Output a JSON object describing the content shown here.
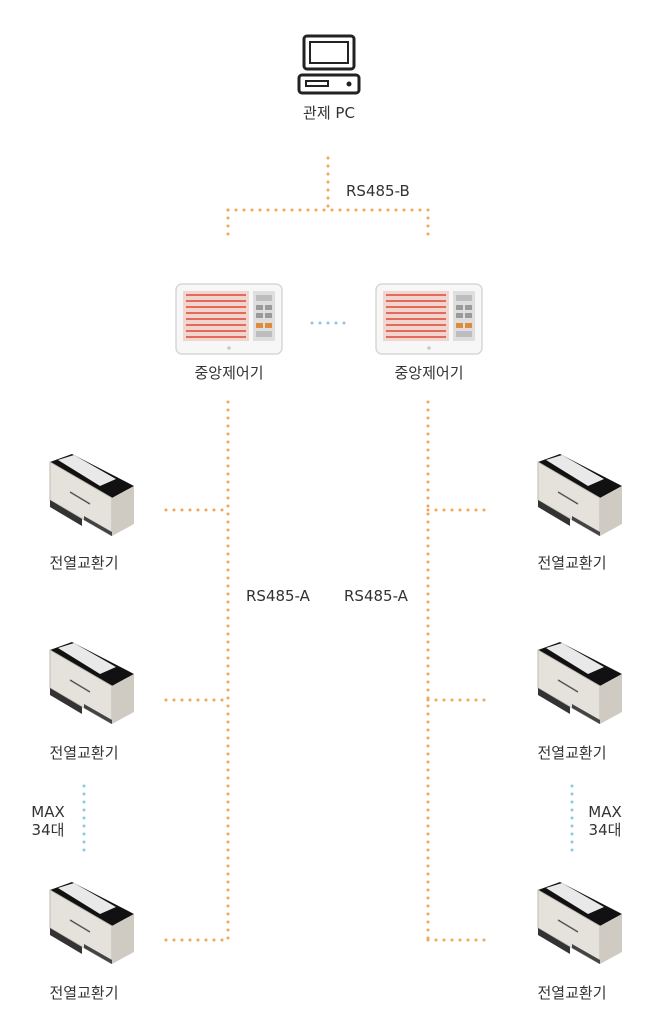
{
  "pc": {
    "label": "관제 PC"
  },
  "bus_top": {
    "label": "RS485-B"
  },
  "controllers": [
    {
      "label": "중앙제어기"
    },
    {
      "label": "중앙제어기"
    }
  ],
  "bus_left": {
    "label": "RS485-A"
  },
  "bus_right": {
    "label": "RS485-A"
  },
  "units_left": [
    {
      "label": "전열교환기"
    },
    {
      "label": "전열교환기"
    },
    {
      "label": "전열교환기"
    }
  ],
  "units_right": [
    {
      "label": "전열교환기"
    },
    {
      "label": "전열교환기"
    },
    {
      "label": "전열교환기"
    }
  ],
  "max_left": {
    "line1": "MAX",
    "line2": "34대"
  },
  "max_right": {
    "line1": "MAX",
    "line2": "34대"
  },
  "colors": {
    "bus": "#f0a65a",
    "continuation": "#8fc4e6",
    "device": "#e2ded8",
    "device_dark": "#1a1a1a",
    "text": "#333333"
  }
}
